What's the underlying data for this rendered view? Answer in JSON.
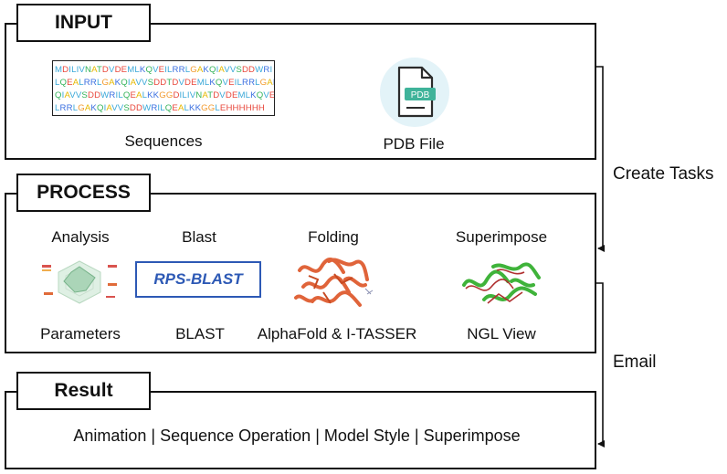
{
  "sections": {
    "input": {
      "title": "INPUT",
      "sequences_label": "Sequences",
      "pdb_label": "PDB File",
      "pdb_icon_text": "PDB",
      "sequence_lines": [
        "MDILIVNATDVDEMLKQVEILRRLGAKQIAVVSDDWRI",
        "LQEALRRLGAKQIAVVSDDTDVDEMLKQVEILRRLGAK",
        "QIAVVSDDWRILQEALKKGGDILIVNATDVDEMLKQVEI",
        "LRRLGAKQIAVVSDDWRILQEALKKGGLEHHHHHH"
      ]
    },
    "process": {
      "title": "PROCESS",
      "columns": [
        {
          "top": "Analysis",
          "bottom": "Parameters"
        },
        {
          "top": "Blast",
          "bottom": "BLAST"
        },
        {
          "top": "Folding",
          "bottom": "AlphaFold & I-TASSER"
        },
        {
          "top": "Superimpose",
          "bottom": "NGL View"
        }
      ],
      "rps_logo": "RPS-BLAST"
    },
    "result": {
      "title": "Result",
      "features": "Animation | Sequence Operation | Model Style | Superimpose"
    }
  },
  "connectors": {
    "create_tasks": "Create Tasks",
    "email": "Email"
  },
  "colors": {
    "residue_A": "#e6b800",
    "residue_acidic": "#e8473b",
    "residue_basic": "#3b6fe0",
    "residue_polar": "#35b35a",
    "residue_hydrophobic": "#3aa8d8",
    "residue_G": "#f29a2e",
    "residue_H": "#e8473b",
    "rps_blue": "#2d59b5",
    "protein_orange": "#e0643a",
    "protein_green": "#3fb33a",
    "pdb_green": "#3fb39a"
  }
}
